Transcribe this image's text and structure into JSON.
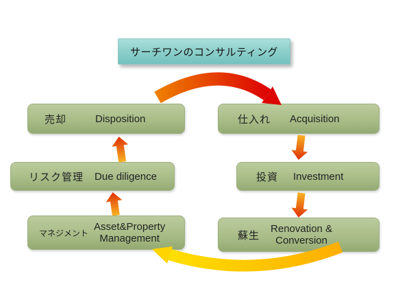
{
  "title": {
    "label": "サーチワンのコンサルティング"
  },
  "nodes": [
    {
      "id": "disposition",
      "jp": "売却",
      "en": "Disposition"
    },
    {
      "id": "acquisition",
      "jp": "仕入れ",
      "en": "Acquisition"
    },
    {
      "id": "investment",
      "jp": "投資",
      "en": "Investment"
    },
    {
      "id": "renovation",
      "jp": "蘇生",
      "en1": "Renovation &",
      "en2": "Conversion"
    },
    {
      "id": "management",
      "jp": "マネジメント",
      "en1": "Asset&Property",
      "en2": "Management"
    },
    {
      "id": "due_diligence",
      "jp": "リスク管理",
      "en": "Due diligence"
    }
  ],
  "arrows": [
    {
      "from": "売却 Disposition",
      "to": "仕入れ Acquisition",
      "style": "curved-swoosh",
      "color": "red"
    },
    {
      "from": "仕入れ Acquisition",
      "to": "投資 Investment",
      "style": "short-straight",
      "color": "orange"
    },
    {
      "from": "投資 Investment",
      "to": "蘇生 Renovation & Conversion",
      "style": "short-straight",
      "color": "orange"
    },
    {
      "from": "蘇生 Renovation & Conversion",
      "to": "マネジメント Asset&Property Management",
      "style": "curved-swoosh",
      "color": "yellow"
    },
    {
      "from": "マネジメント Asset&Property Management",
      "to": "リスク管理 Due diligence",
      "style": "short-straight",
      "color": "orange"
    },
    {
      "from": "リスク管理 Due diligence",
      "to": "売却 Disposition",
      "style": "short-straight",
      "color": "orange"
    }
  ],
  "colors": {
    "background": "#ffffff",
    "title_teal_light": "#aadfdb",
    "title_teal_dark": "#74c2be",
    "box_green_light": "#bccb9e",
    "box_green_dark": "#95aa73",
    "arrow_red": "#dd0404",
    "arrow_orange_light": "#f8b224",
    "arrow_orange_dark": "#df3007",
    "arrow_yellow": "#ffd800",
    "text": "#232323"
  }
}
